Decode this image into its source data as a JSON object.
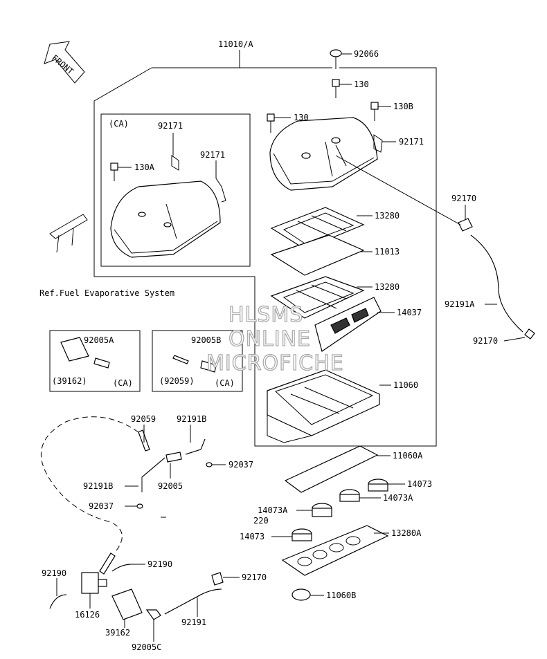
{
  "front_arrow": {
    "label": "FRONT"
  },
  "assembly_label": "11010/A",
  "ca_label": "(CA)",
  "ref_note": "Ref.Fuel Evaporative System",
  "watermark": [
    "HLSMS",
    "ONLINE",
    "MICROFICHE"
  ],
  "part_labels": [
    "92066",
    "130",
    "130",
    "130B",
    "92171",
    "92171",
    "92171",
    "130A",
    "13280",
    "11013",
    "13280",
    "14037",
    "11060",
    "92170",
    "92191A",
    "92170",
    "92005A",
    "(39162)",
    "(CA)",
    "92005B",
    "(92059)",
    "(CA)",
    "92059",
    "92191B",
    "92037",
    "92191B",
    "92005",
    "92037",
    "11060A",
    "14073",
    "14073A",
    "14073A",
    "220",
    "14073",
    "13280A",
    "92190",
    "92190",
    "16126",
    "39162",
    "92005C",
    "92191",
    "92170",
    "11060B"
  ]
}
